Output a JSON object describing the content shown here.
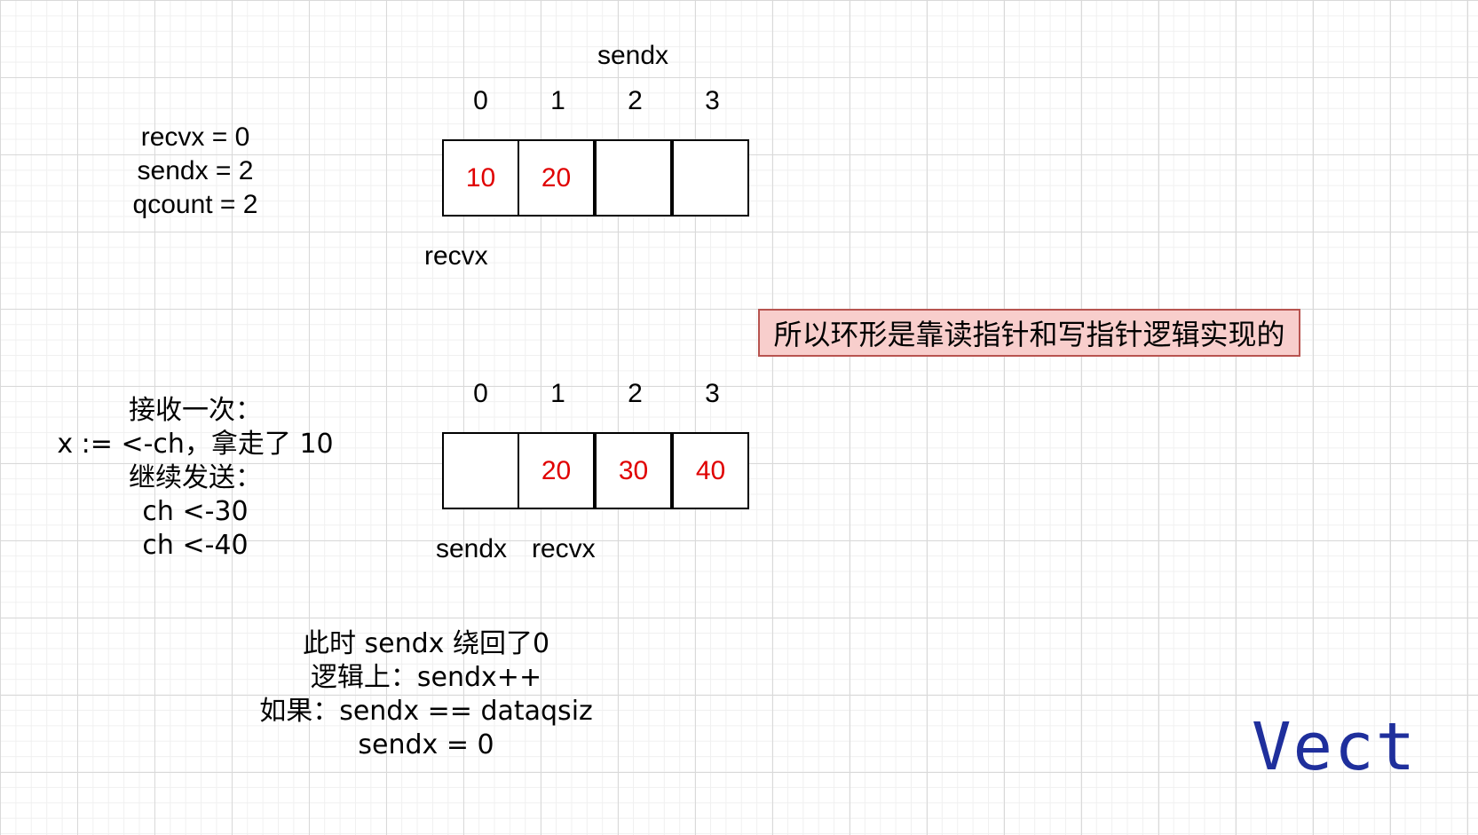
{
  "colors": {
    "value_text": "#e00000",
    "callout_bg": "#f8cecc",
    "callout_border": "#b85450",
    "watermark": "#1f2f9c"
  },
  "top": {
    "sendx_label": "sendx",
    "recvx_label": "recvx",
    "state_lines": [
      "recvx = 0",
      "sendx = 2",
      "qcount = 2"
    ],
    "indices": [
      "0",
      "1",
      "2",
      "3"
    ],
    "cells": [
      "10",
      "20",
      "",
      ""
    ]
  },
  "callout": "所以环形是靠读指针和写指针逻辑实现的",
  "bottom": {
    "indices": [
      "0",
      "1",
      "2",
      "3"
    ],
    "cells": [
      "",
      "20",
      "30",
      "40"
    ],
    "sendx_label": "sendx",
    "recvx_label": "recvx",
    "ops_lines": [
      "接收一次：",
      "x := <-ch，拿走了 10",
      "继续发送：",
      "ch <-30",
      "ch <-40"
    ]
  },
  "note_lines": [
    "此时 sendx 绕回了0",
    "逻辑上：sendx++",
    "如果：sendx == dataqsiz",
    "sendx = 0"
  ],
  "watermark": "Vect"
}
